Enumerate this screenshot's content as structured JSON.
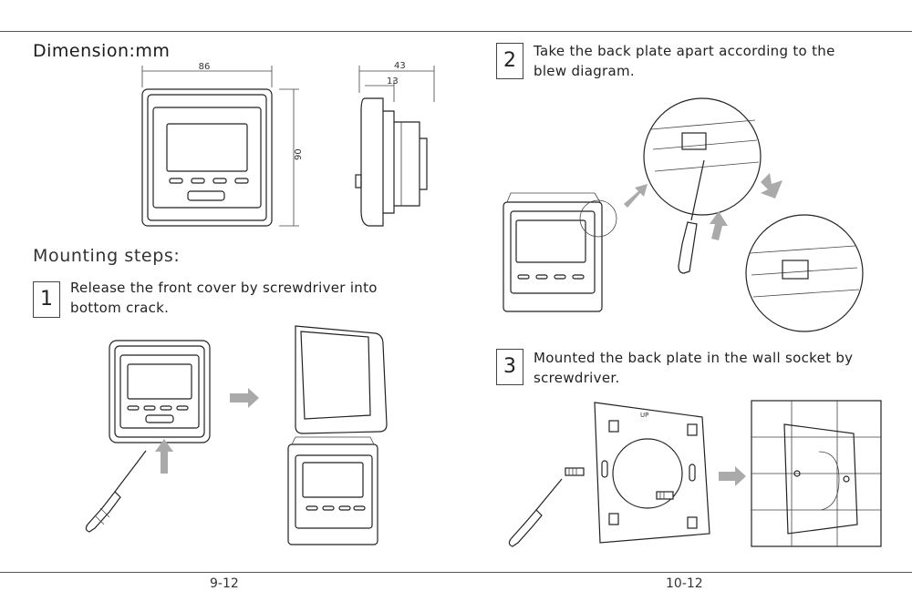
{
  "dimension_title": "Dimension:mm",
  "dims": {
    "width": "86",
    "height": "90",
    "depth_total": "43",
    "depth_back": "13"
  },
  "mounting_title": "Mounting steps:",
  "steps": [
    {
      "number": "1",
      "text_line1": "Release the front cover by screwdriver into",
      "text_line2": "bottom crack."
    },
    {
      "number": "2",
      "text_line1": "Take the back plate apart according to the",
      "text_line2": "blew diagram."
    },
    {
      "number": "3",
      "text_line1": "Mounted the back plate in the wall socket by",
      "text_line2": "screwdriver."
    }
  ],
  "plate_marking": "UP",
  "page_numbers": {
    "left": "9-12",
    "right": "10-12"
  }
}
